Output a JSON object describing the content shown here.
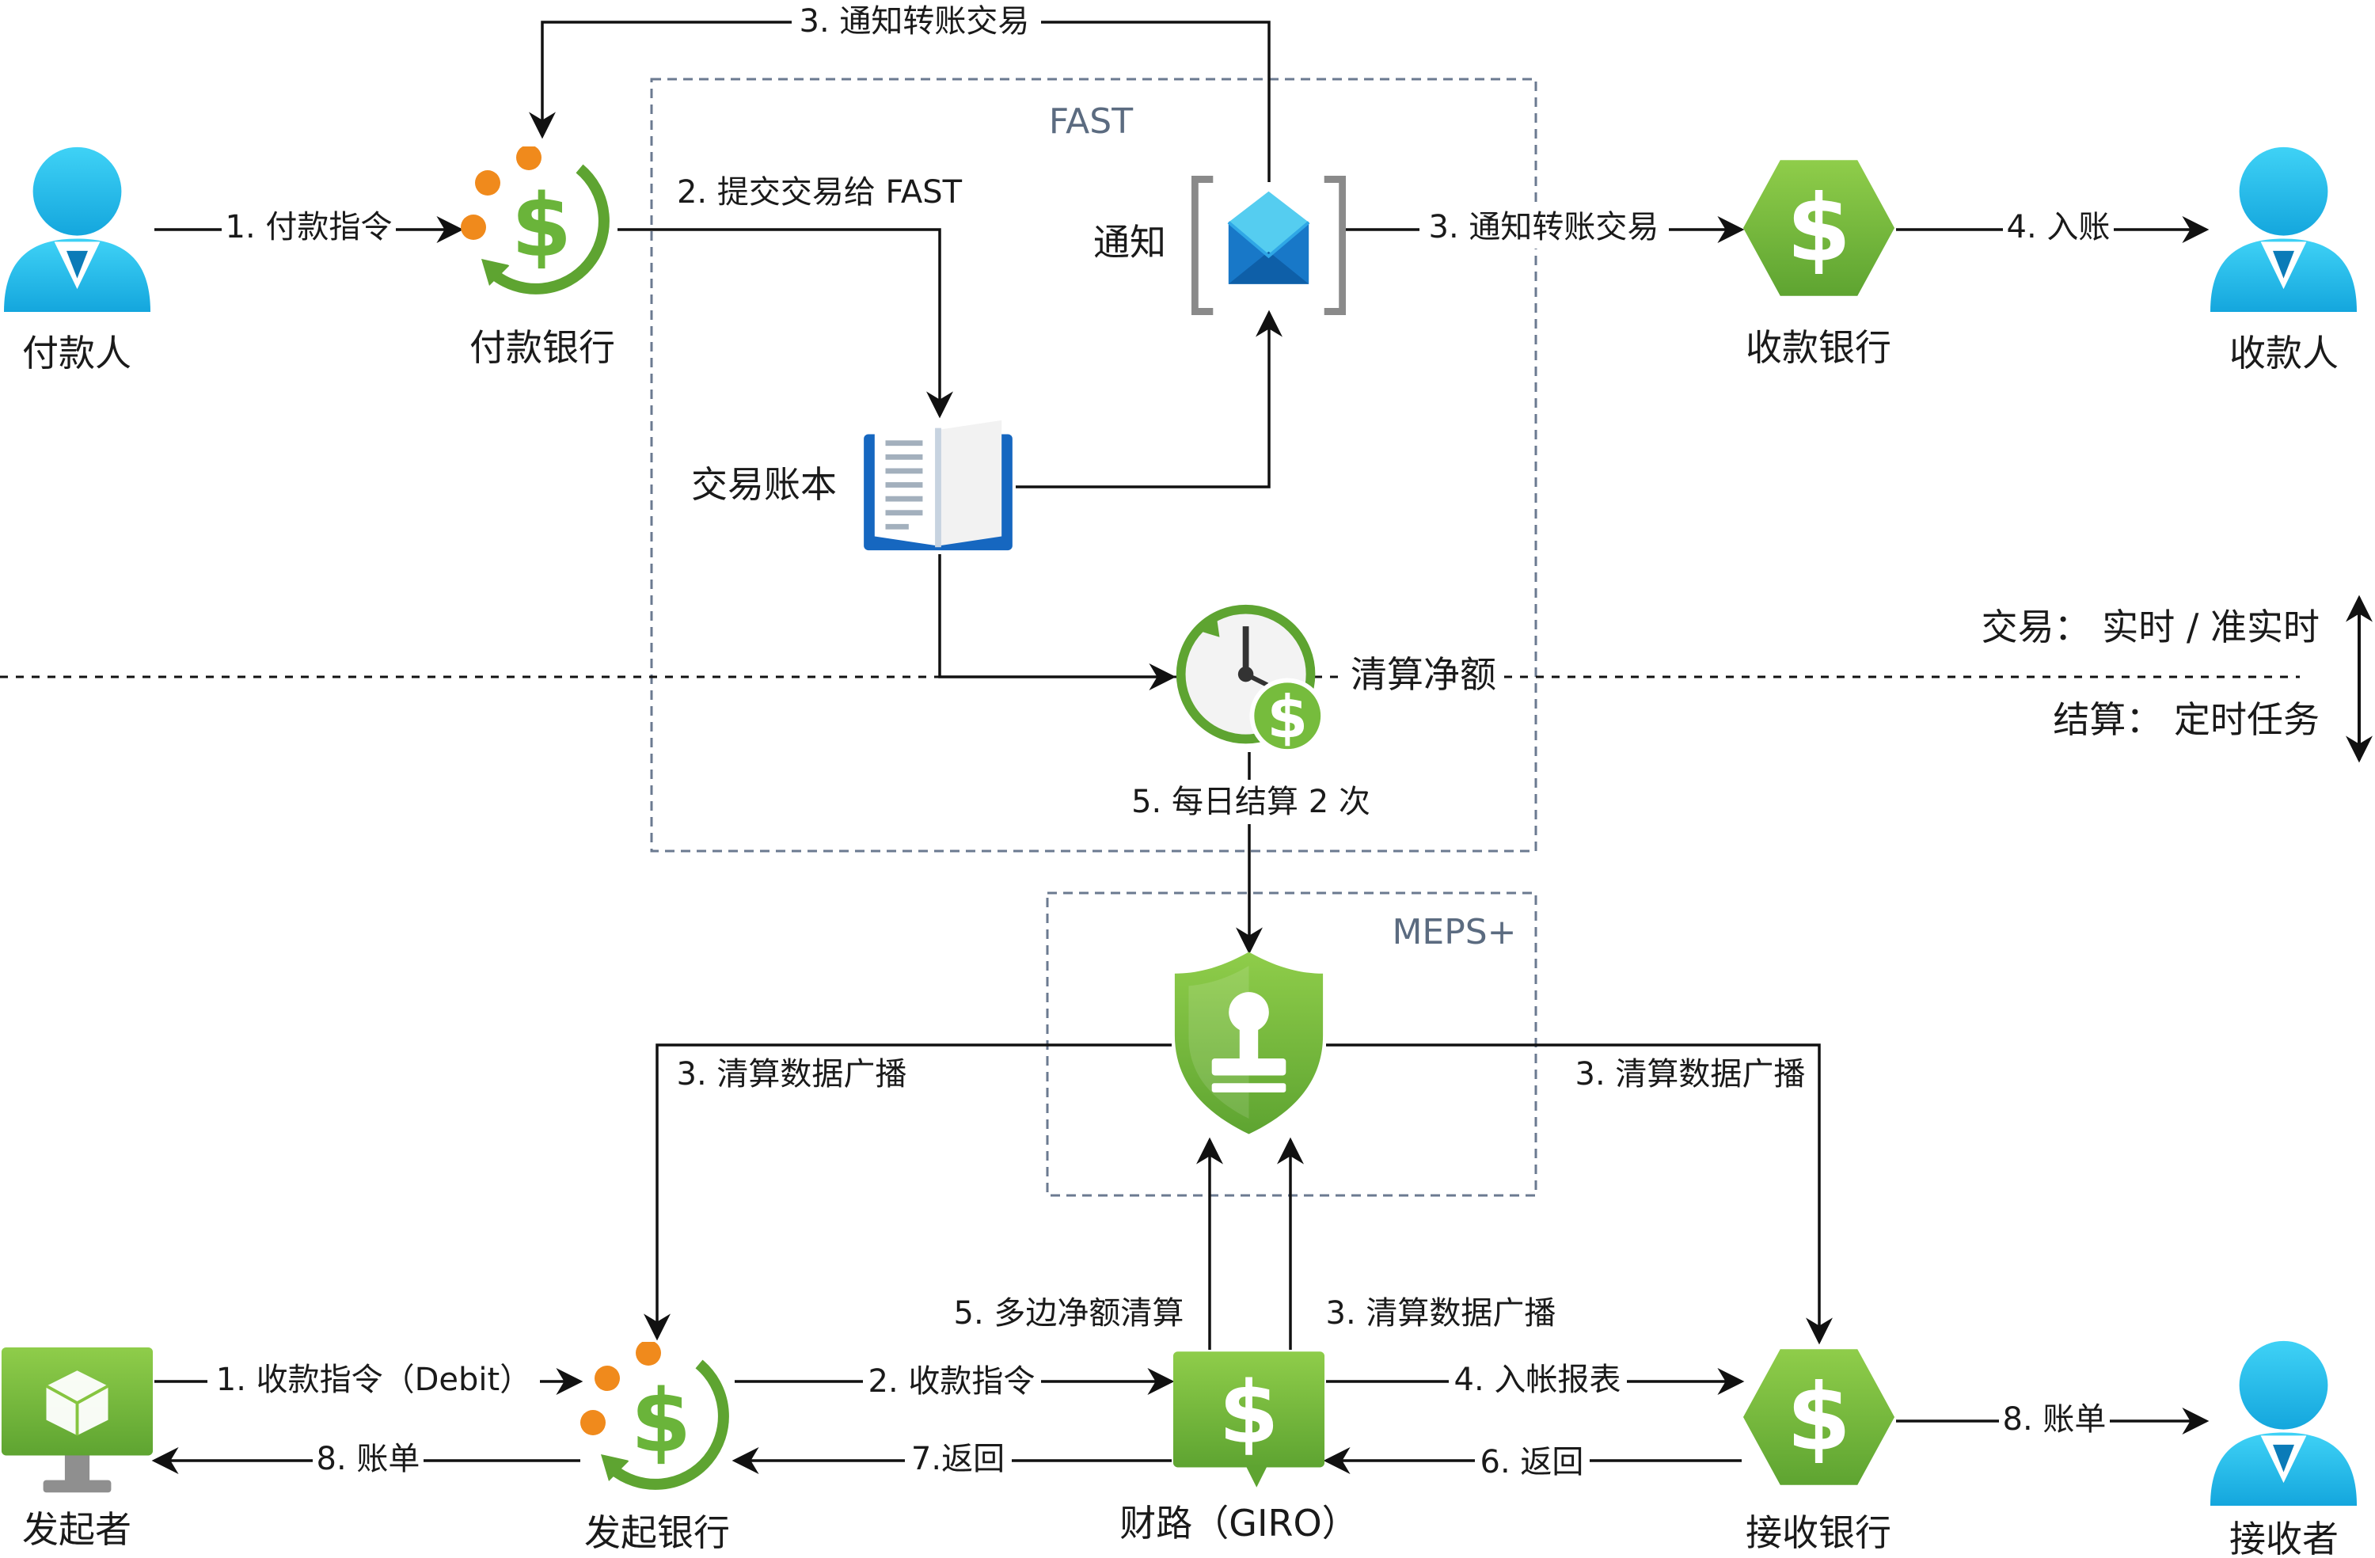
{
  "groups": {
    "fast": "FAST",
    "meps": "MEPS+"
  },
  "entities": {
    "payer": "付款人",
    "paying_bank": "付款银行",
    "receiving_bank": "收款银行",
    "payee": "收款人",
    "notify": "通知",
    "ledger": "交易账本",
    "netting": "清算净额",
    "initiator": "发起者",
    "initiating_bank": "发起银行",
    "giro": "财路（GIRO）",
    "accepting_bank": "接收银行",
    "acceptor": "接收者"
  },
  "edges": {
    "top_notify": "3. 通知转账交易",
    "payment_instruction": "1. 付款指令",
    "submit_fast": "2. 提交交易给 FAST",
    "notify_transfer": "3. 通知转账交易",
    "credit": "4. 入账",
    "daily_settlement": "5. 每日结算 2 次",
    "broadcast_left": "3. 清算数据广播",
    "broadcast_right": "3. 清算数据广播",
    "multilateral": "5. 多边净额清算",
    "broadcast_giro": "3. 清算数据广播",
    "collect_debit": "1. 收款指令（Debit）",
    "collect_instruction": "2. 收款指令",
    "entry_report": "4. 入帐报表",
    "bill_right": "8. 账单",
    "bill_left": "8. 账单",
    "return_7": "7.返回",
    "return_6": "6. 返回"
  },
  "legend": {
    "upper": "交易：  实时 / 准实时",
    "lower": "结算：  定时任务"
  },
  "icons": {
    "person": "person-icon",
    "bank_cycle": "bank-cycle-dollar-icon",
    "bank_hex": "bank-hexagon-dollar-icon",
    "email": "email-notification-icon",
    "ledger": "ledger-book-icon",
    "clock": "clock-dollar-icon",
    "shield": "shield-stamp-icon",
    "giro": "giro-dollar-icon",
    "monitor": "monitor-cube-icon"
  },
  "colors": {
    "green_dark": "#5ea431",
    "green_light": "#86c540",
    "orange": "#f08a1c",
    "person_blue": "#1ec3f1",
    "person_dark": "#0a7ab6",
    "group_border": "#6b7a90",
    "ledger_blue": "#1667c0"
  }
}
